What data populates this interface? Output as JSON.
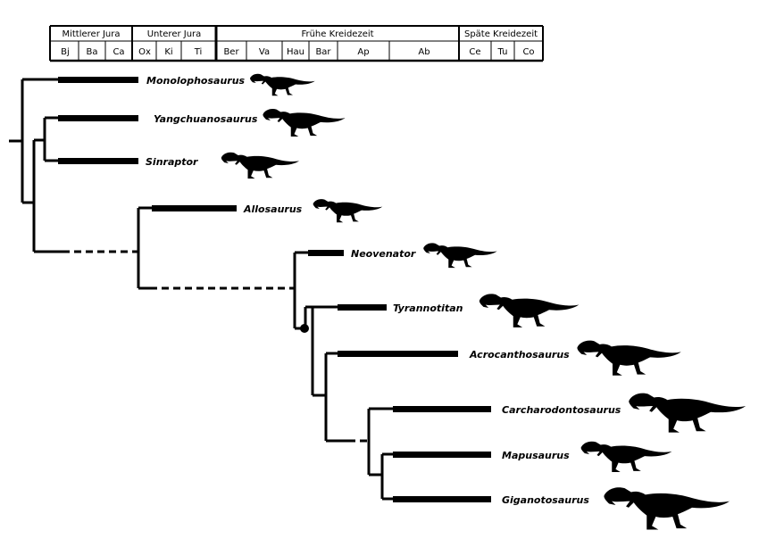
{
  "timescale": {
    "eras": [
      {
        "label": "Mittlerer Jura"
      },
      {
        "label": "Unterer Jura"
      },
      {
        "label": "Frühe Kreidezeit"
      },
      {
        "label": "Späte Kreidezeit"
      }
    ],
    "stages": [
      {
        "label": "Bj"
      },
      {
        "label": "Ba"
      },
      {
        "label": "Ca"
      },
      {
        "label": "Ox"
      },
      {
        "label": "Ki"
      },
      {
        "label": "Ti"
      },
      {
        "label": "Ber"
      },
      {
        "label": "Va"
      },
      {
        "label": "Hau"
      },
      {
        "label": "Bar"
      },
      {
        "label": "Ap"
      },
      {
        "label": "Ab"
      },
      {
        "label": "Ce"
      },
      {
        "label": "Tu"
      },
      {
        "label": "Co"
      }
    ]
  },
  "taxa": [
    {
      "label": "Monolophosaurus"
    },
    {
      "label": "Yangchuanosaurus"
    },
    {
      "label": "Sinraptor"
    },
    {
      "label": "Allosaurus"
    },
    {
      "label": "Neovenator"
    },
    {
      "label": "Tyrannotitan"
    },
    {
      "label": "Acrocanthosaurus"
    },
    {
      "label": "Carcharodontosaurus"
    },
    {
      "label": "Mapusaurus"
    },
    {
      "label": "Giganotosaurus"
    }
  ],
  "colors": {
    "ink": "#000000",
    "paper": "#ffffff"
  }
}
